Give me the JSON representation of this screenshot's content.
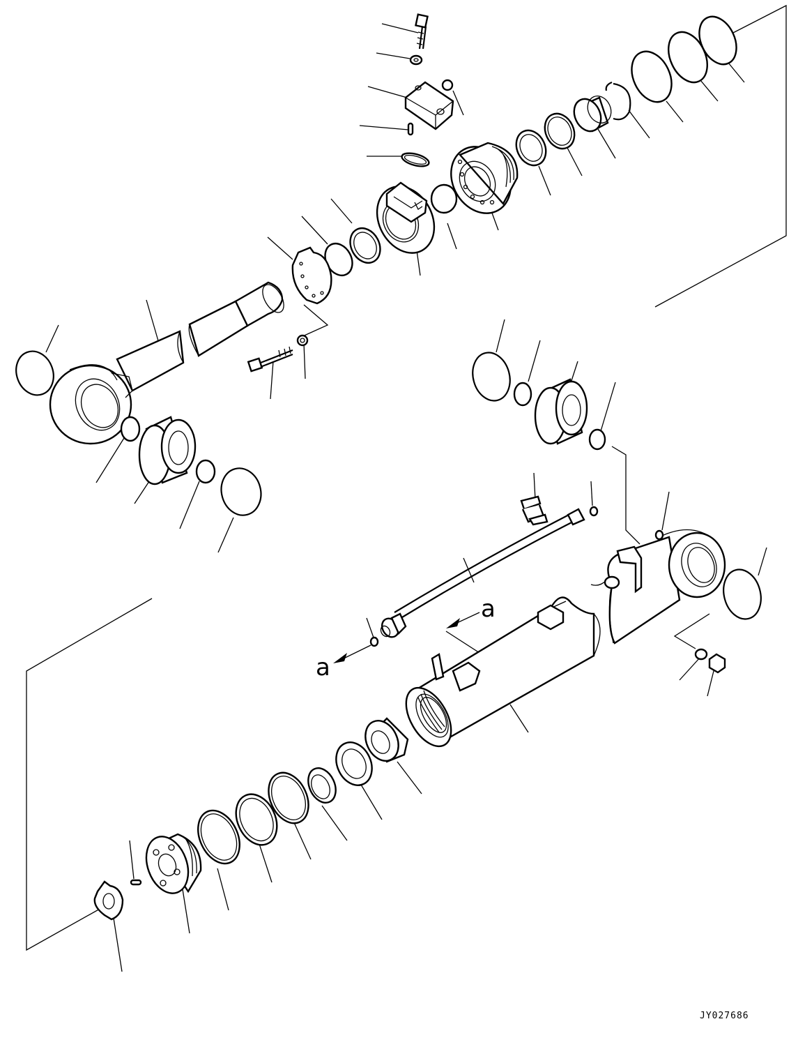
{
  "labels": {
    "view_marker_upper": "a",
    "view_marker_lower": "a",
    "drawing_code": "JY027686"
  }
}
